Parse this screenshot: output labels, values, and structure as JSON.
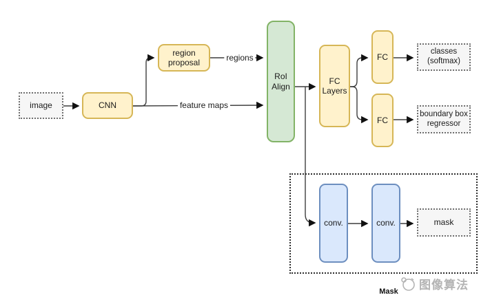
{
  "nodes": {
    "image": {
      "label": "image"
    },
    "cnn": {
      "label": "CNN"
    },
    "region_proposal": {
      "label": "region proposal"
    },
    "roi_align": {
      "label": "RoI Align"
    },
    "fc_layers": {
      "label": "FC Layers"
    },
    "fc_top": {
      "label": "FC"
    },
    "fc_bottom": {
      "label": "FC"
    },
    "classes": {
      "label": "classes (softmax)"
    },
    "bbox_regressor": {
      "label": "boundary box regressor"
    },
    "conv1": {
      "label": "conv."
    },
    "conv2": {
      "label": "conv."
    },
    "mask": {
      "label": "mask"
    }
  },
  "edge_labels": {
    "regions": "regions",
    "feature_maps": "feature maps"
  },
  "mask_group": {
    "label": "Mask"
  },
  "watermark": {
    "text": "图像算法"
  },
  "colors": {
    "yellow_fill": "#FFF2CC",
    "yellow_border": "#D6B656",
    "green_fill": "#D5E8D4",
    "green_border": "#82B366",
    "blue_fill": "#DAE8FC",
    "blue_border": "#6C8EBF",
    "dashed_fill": "#F6F6F6",
    "dashed_border": "#6E6E6E",
    "connector": "#3D3D3D",
    "watermark_gray": "#B4B4B4"
  }
}
